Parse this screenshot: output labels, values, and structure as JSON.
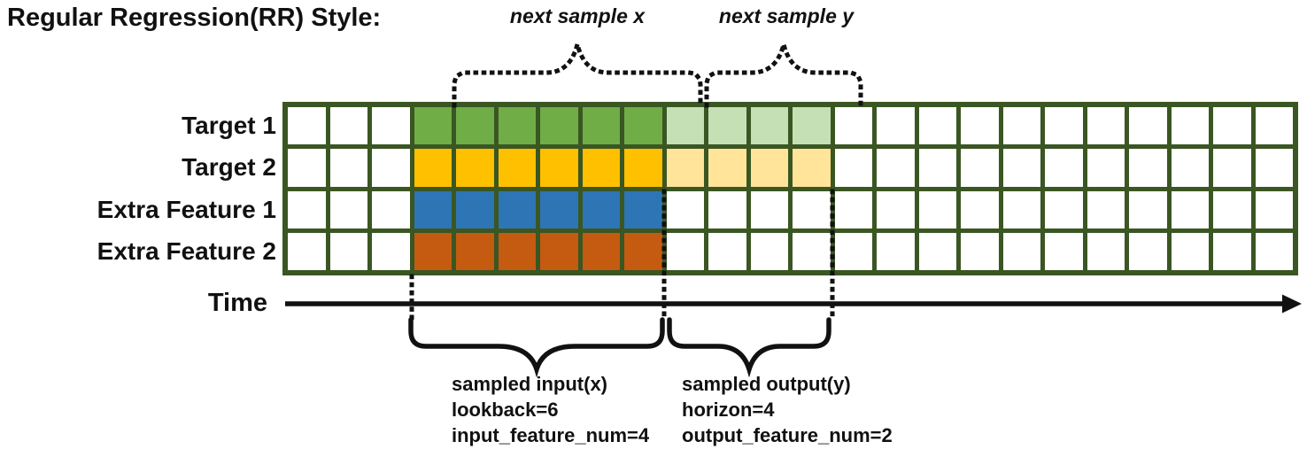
{
  "title": "Regular Regression(RR) Style:",
  "annotations": {
    "next_sample_x": "next sample x",
    "next_sample_y": "next sample y",
    "sampled_input_lines": [
      "sampled input(x)",
      "lookback=6",
      "input_feature_num=4"
    ],
    "sampled_output_lines": [
      "sampled output(y)",
      "horizon=4",
      "output_feature_num=2"
    ]
  },
  "time_axis": {
    "label": "Time"
  },
  "grid": {
    "columns": 24,
    "input_start_col": 3,
    "lookback": 6,
    "horizon": 4,
    "rows": [
      {
        "label": "Target 1",
        "input_color": "#70AD47",
        "output_color": "#C5E0B4"
      },
      {
        "label": "Target 2",
        "input_color": "#FFC000",
        "output_color": "#FFE499"
      },
      {
        "label": "Extra Feature 1",
        "input_color": "#2E75B6",
        "output_color": null
      },
      {
        "label": "Extra Feature 2",
        "input_color": "#C55A11",
        "output_color": null
      }
    ]
  },
  "colors": {
    "grid_line": "#3A5622",
    "target1_input": "#70AD47",
    "target1_output": "#C5E0B4",
    "target2_input": "#FFC000",
    "target2_output": "#FFE499",
    "extra1_input": "#2E75B6",
    "extra2_input": "#C55A11",
    "annotation_ink": "#111111",
    "empty_cell": "#FFFFFF"
  }
}
